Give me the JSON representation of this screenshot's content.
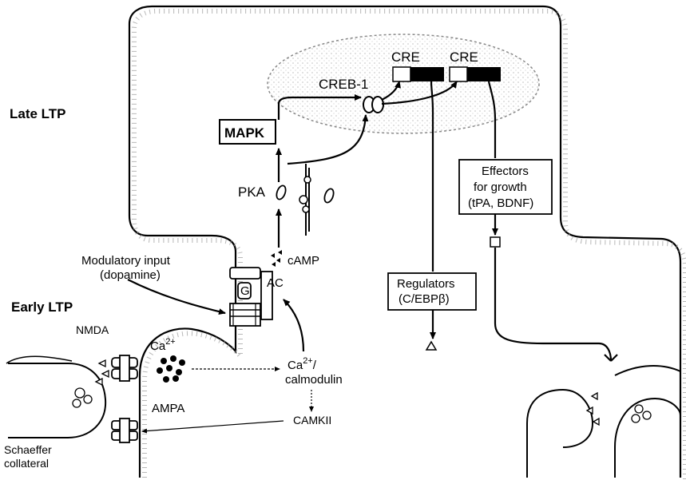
{
  "labels": {
    "late_ltp": "Late LTP",
    "early_ltp": "Early LTP",
    "cre_left": "CRE",
    "cre_right": "CRE",
    "creb1": "CREB-1",
    "mapk": "MAPK",
    "pka": "PKA",
    "camp": "cAMP",
    "modulatory_line1": "Modulatory input",
    "modulatory_line2": "(dopamine)",
    "g_protein": "G",
    "ac": "AC",
    "nmda": "NMDA",
    "ca_ion": "Ca",
    "ca_ion_sup": "2+",
    "ca_calmod_line1": "Ca",
    "ca_calmod_sup": "2+",
    "ca_calmod_slash": "/",
    "ca_calmod_line2": "calmodulin",
    "camkii": "CAMKII",
    "ampa": "AMPA",
    "schaeffer_line1": "Schaeffer",
    "schaeffer_line2": "collateral",
    "regulators_line1": "Regulators",
    "regulators_line2": "(C/EBPβ)",
    "effectors_line1": "Effectors",
    "effectors_line2": "for growth",
    "effectors_line3": "(tPA, BDNF)"
  }
}
